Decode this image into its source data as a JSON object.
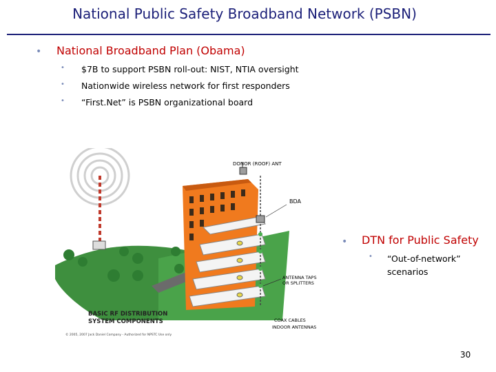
{
  "slide": {
    "title": "National Public Safety Broadband Network (PSBN)",
    "bullets": {
      "main": "National Broadband Plan (Obama)",
      "sub": [
        "$7B to support PSBN roll-out: NIST, NTIA oversight",
        "Nationwide wireless network for first responders",
        "“First.Net” is PSBN organizational board"
      ]
    },
    "side": {
      "heading": "DTN for Public Safety",
      "sub": "“Out-of-network” scenarios"
    },
    "page_number": "30"
  },
  "diagram": {
    "labels": {
      "donor": "DONOR (ROOF) ANT",
      "bda": "BDA",
      "taps_line1": "ANTENNA TAPS",
      "taps_line2": "OR SPLITTERS",
      "coax": "COAX CABLES",
      "indoor": "INDOOR ANTENNAS",
      "basic_line1": "BASIC RF DISTRIBUTION",
      "basic_line2": "SYSTEM COMPONENTS",
      "copyright": "© 2005, 2007 Jack Daniel Company - Authorized for NPSTC Use only"
    },
    "colors": {
      "building": "#f07a1e",
      "grass": "#3e8f3e",
      "tower": "#c0392b",
      "floor": "#f4f4f4"
    }
  }
}
